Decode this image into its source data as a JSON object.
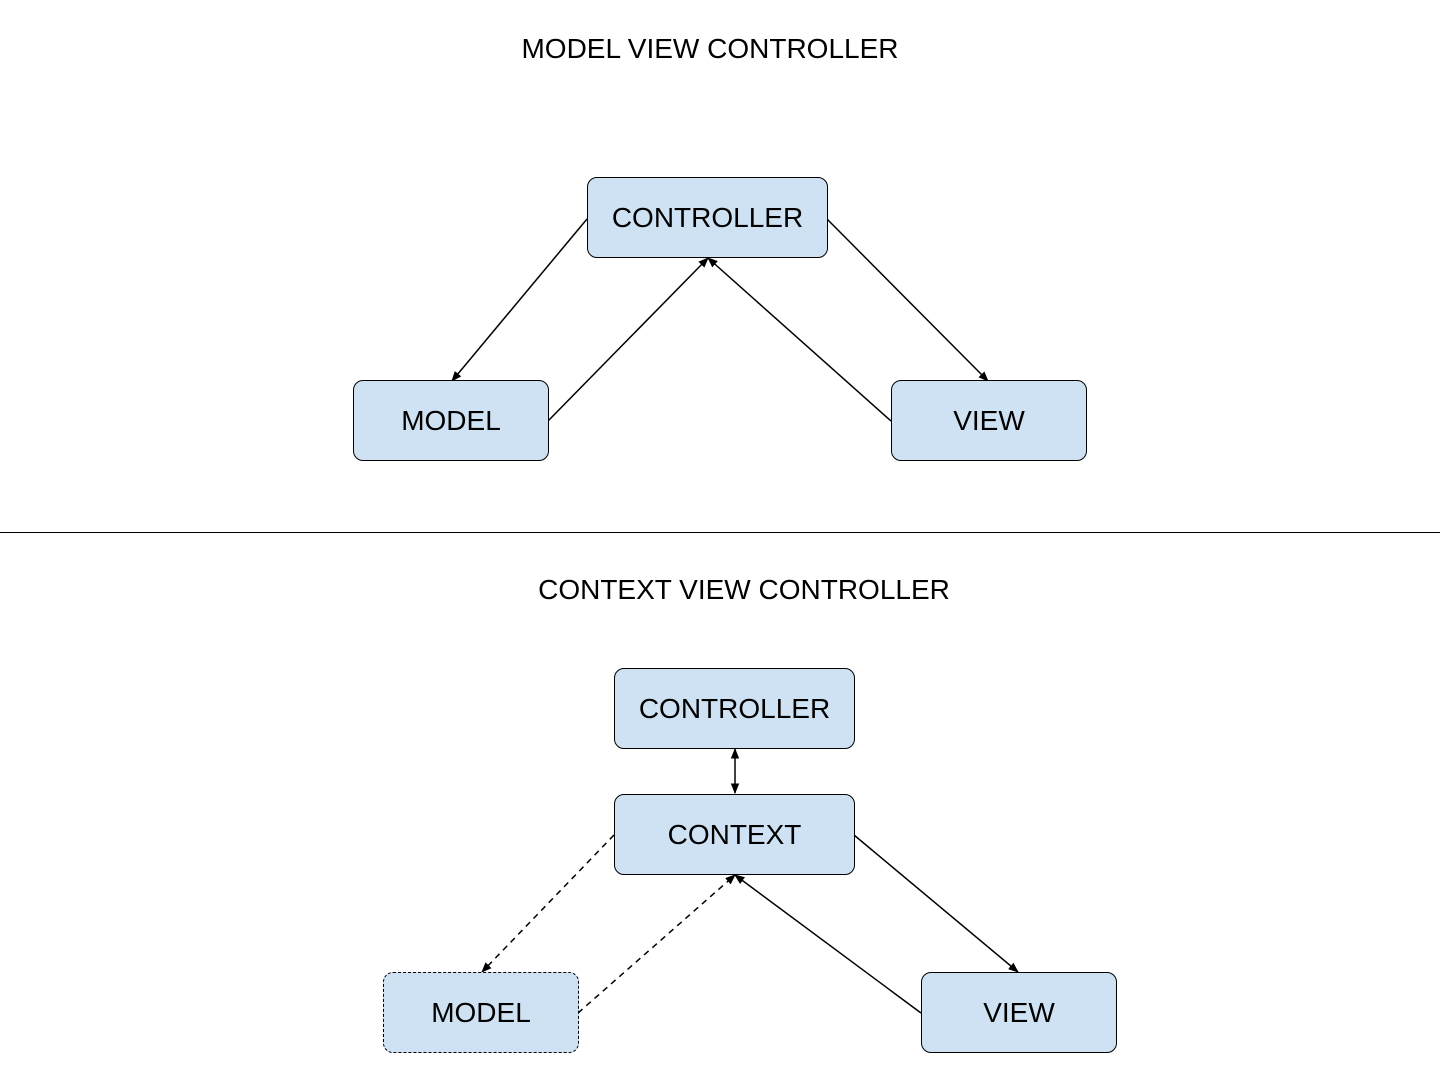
{
  "mvc": {
    "title": "MODEL VIEW CONTROLLER",
    "controller_label": "CONTROLLER",
    "model_label": "MODEL",
    "view_label": "VIEW"
  },
  "cvc": {
    "title": "CONTEXT VIEW CONTROLLER",
    "controller_label": "CONTROLLER",
    "context_label": "CONTEXT",
    "model_label": "MODEL",
    "view_label": "VIEW"
  },
  "colors": {
    "node_fill": "#cfe2f3",
    "stroke": "#000000"
  }
}
